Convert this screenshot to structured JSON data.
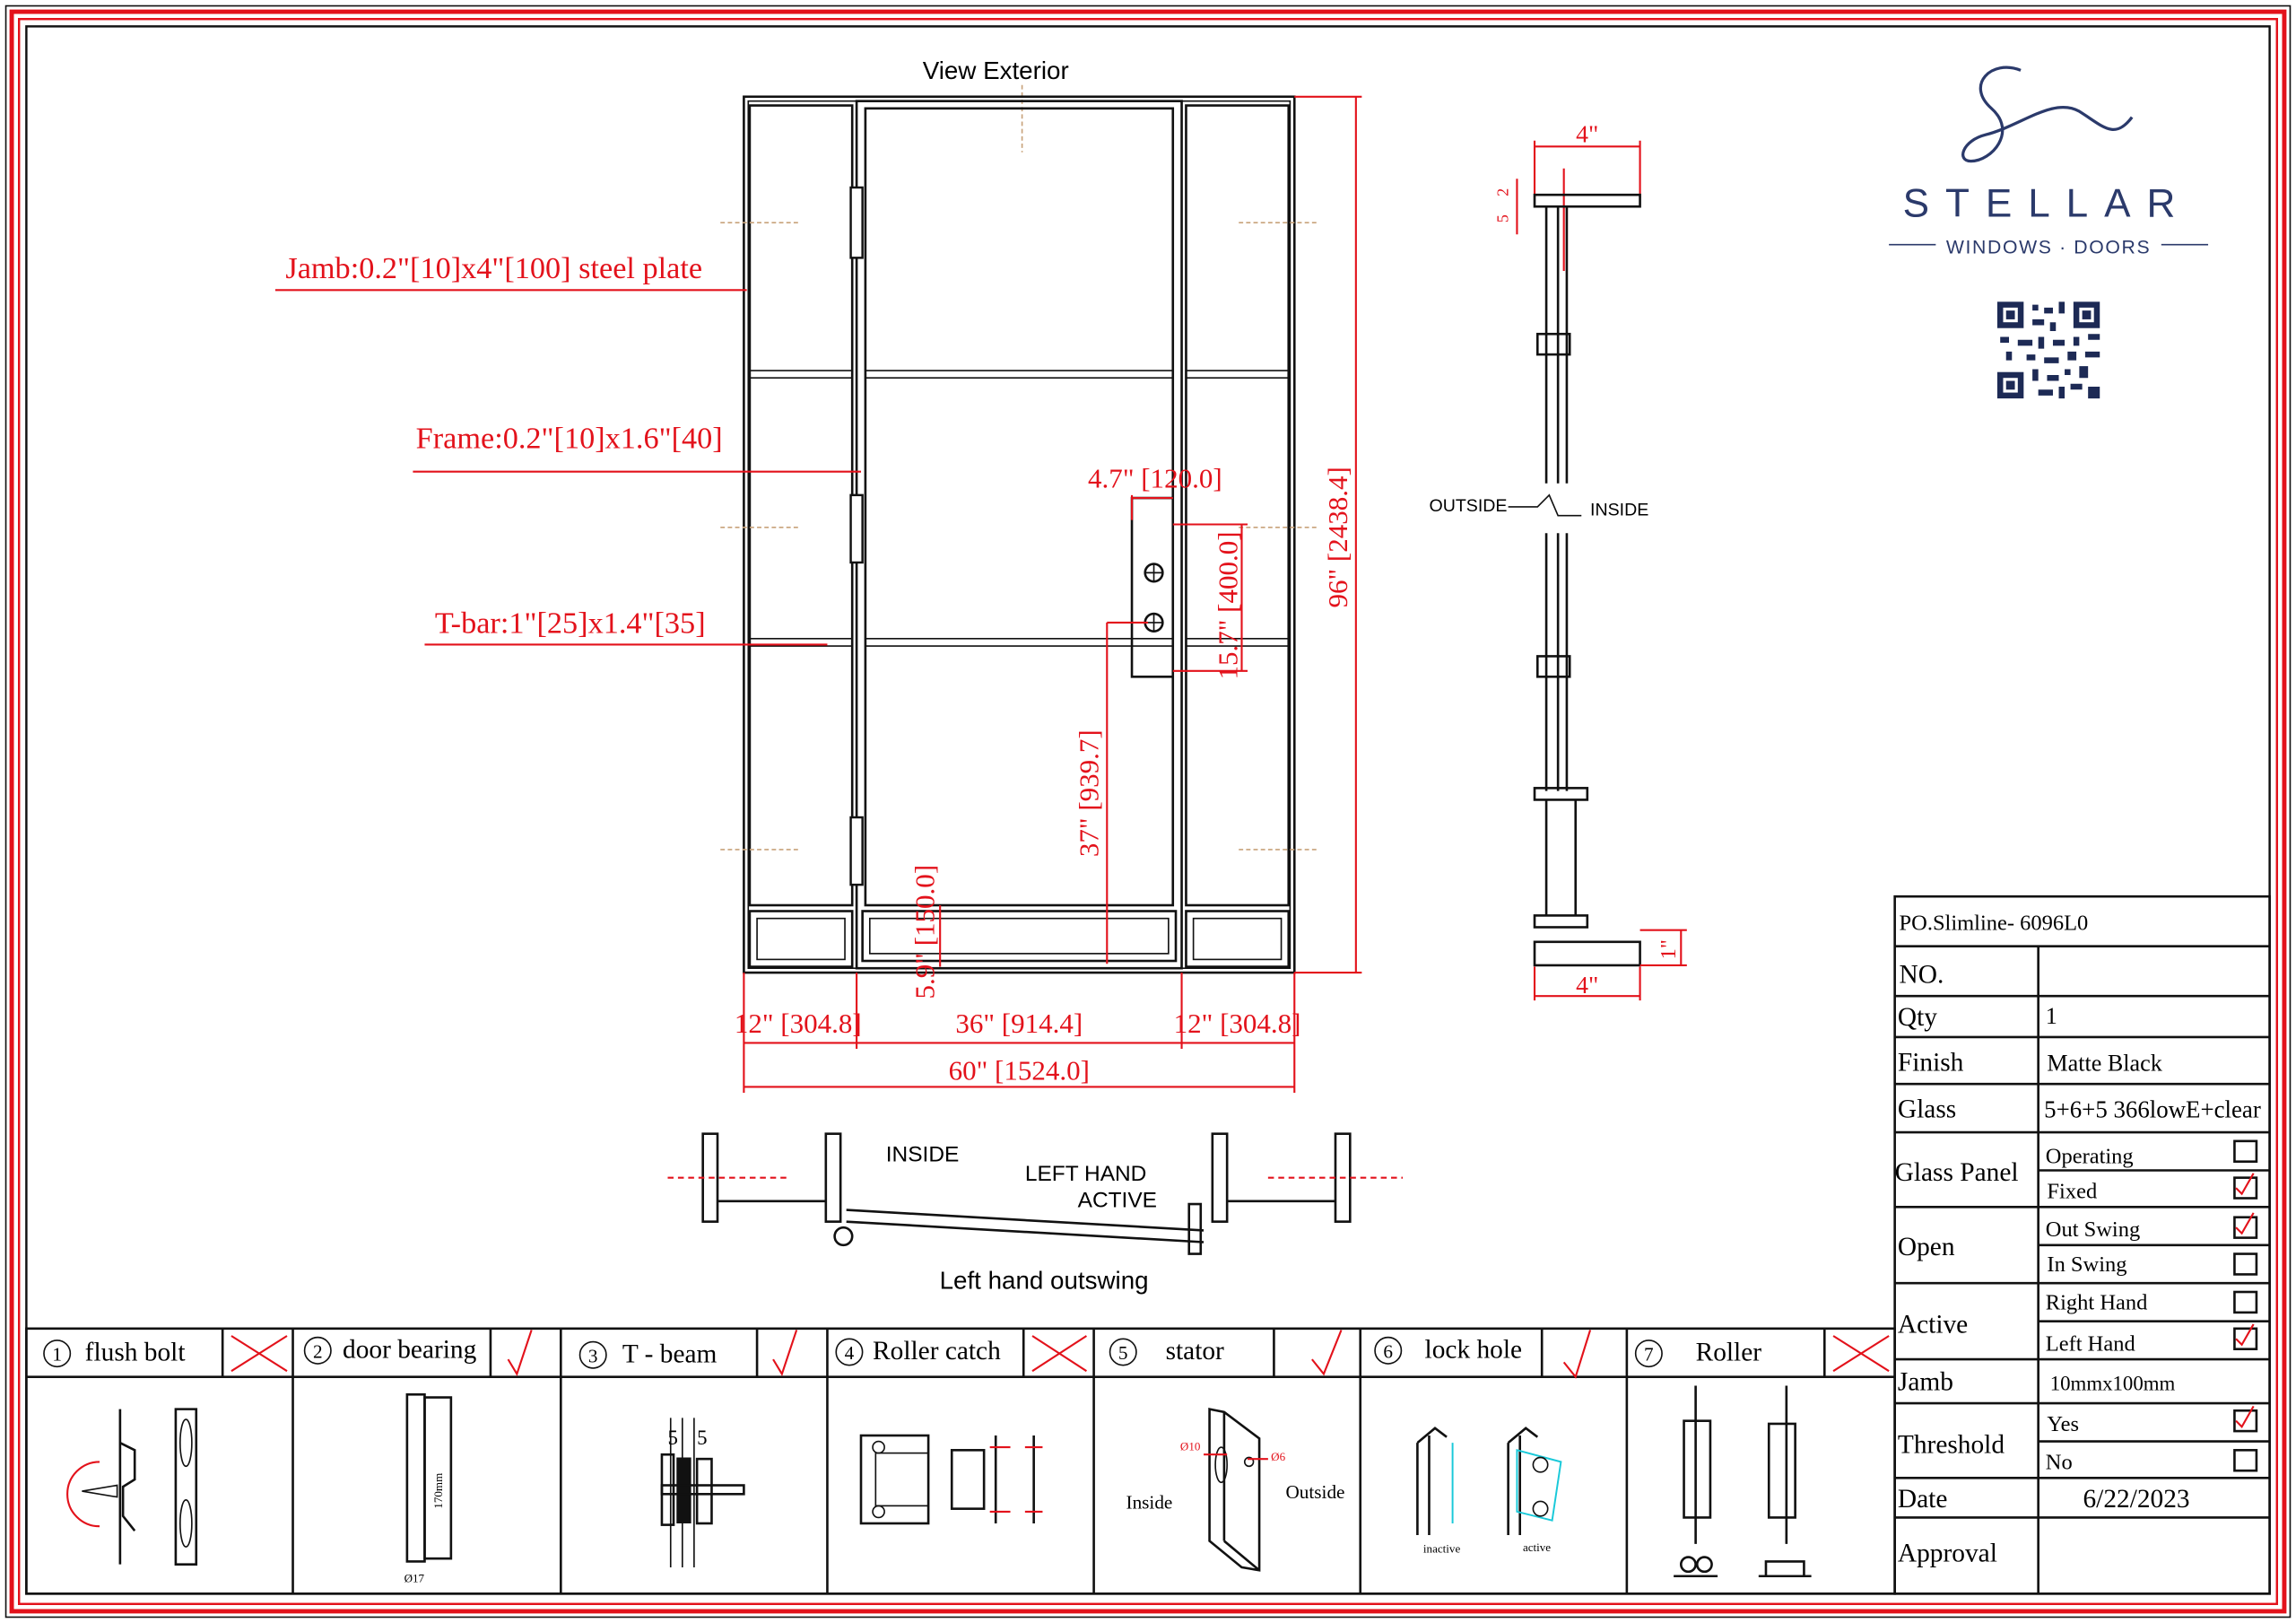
{
  "drawing": {
    "view_title": "View Exterior",
    "callouts": {
      "jamb": "Jamb:0.2\"[10]x4\"[100] steel plate",
      "frame": "Frame:0.2\"[10]x1.6\"[40]",
      "tbar": "T-bar:1\"[25]x1.4\"[35]"
    },
    "dimensions": {
      "handle_width": "4.7\" [120.0]",
      "handle_height": "15.7\" [400.0]",
      "handle_from_bottom": "37\" [939.7]",
      "overall_height": "96\" [2438.4]",
      "bottom_panel": "5.9\" [150.0]",
      "left_sidelight": "12\" [304.8]",
      "door_width": "36\" [914.4]",
      "right_sidelight": "12\" [304.8]",
      "overall_width": "60\" [1524.0]"
    },
    "plan": {
      "inside": "INSIDE",
      "hand_line1": "LEFT HAND",
      "hand_line2": "ACTIVE",
      "caption": "Left hand outswing"
    },
    "section": {
      "top_width": "4\"",
      "top_small": "2",
      "top_small2": "5",
      "outside": "OUTSIDE",
      "inside": "INSIDE",
      "bottom_width": "4\"",
      "threshold_height": "1\""
    }
  },
  "logo": {
    "name": "STELLAR",
    "tagline": "WINDOWS · DOORS"
  },
  "spec_table": {
    "title": "PO.Slimline- 6096L0",
    "rows": [
      {
        "label": "NO.",
        "value": ""
      },
      {
        "label": "Qty",
        "value": "1"
      },
      {
        "label": "Finish",
        "value": "Matte Black"
      },
      {
        "label": "Glass",
        "value": "5+6+5  366lowE+clear"
      }
    ],
    "glass_panel": {
      "label": "Glass Panel",
      "options": [
        {
          "text": "Operating",
          "checked": false
        },
        {
          "text": "Fixed",
          "checked": true
        }
      ]
    },
    "open": {
      "label": "Open",
      "options": [
        {
          "text": "Out Swing",
          "checked": true
        },
        {
          "text": "In Swing",
          "checked": false
        }
      ]
    },
    "active": {
      "label": "Active",
      "options": [
        {
          "text": "Right Hand",
          "checked": false
        },
        {
          "text": "Left Hand",
          "checked": true
        }
      ]
    },
    "jamb": {
      "label": "Jamb",
      "value": "10mmx100mm"
    },
    "threshold": {
      "label": "Threshold",
      "options": [
        {
          "text": "Yes",
          "checked": true
        },
        {
          "text": "No",
          "checked": false
        }
      ]
    },
    "date": {
      "label": "Date",
      "value": "6/22/2023"
    },
    "approval": {
      "label": "Approval",
      "value": ""
    }
  },
  "hardware": [
    {
      "num": "1",
      "name": "flush bolt",
      "included": false
    },
    {
      "num": "2",
      "name": "door bearing",
      "included": true,
      "note": "170mm",
      "note2": "Ø17"
    },
    {
      "num": "3",
      "name": "T - beam",
      "included": true,
      "note": "5",
      "note2": "5"
    },
    {
      "num": "4",
      "name": "Roller catch",
      "included": false
    },
    {
      "num": "5",
      "name": "stator",
      "included": true,
      "note": "Inside",
      "note2": "Outside",
      "d1": "Ø10",
      "d2": "Ø6"
    },
    {
      "num": "6",
      "name": "lock hole",
      "included": true,
      "note": "inactive",
      "note2": "active"
    },
    {
      "num": "7",
      "name": "Roller",
      "included": false
    }
  ],
  "colors": {
    "accent": "#e3121b",
    "logo": "#2b3a6b",
    "line": "#111111"
  }
}
